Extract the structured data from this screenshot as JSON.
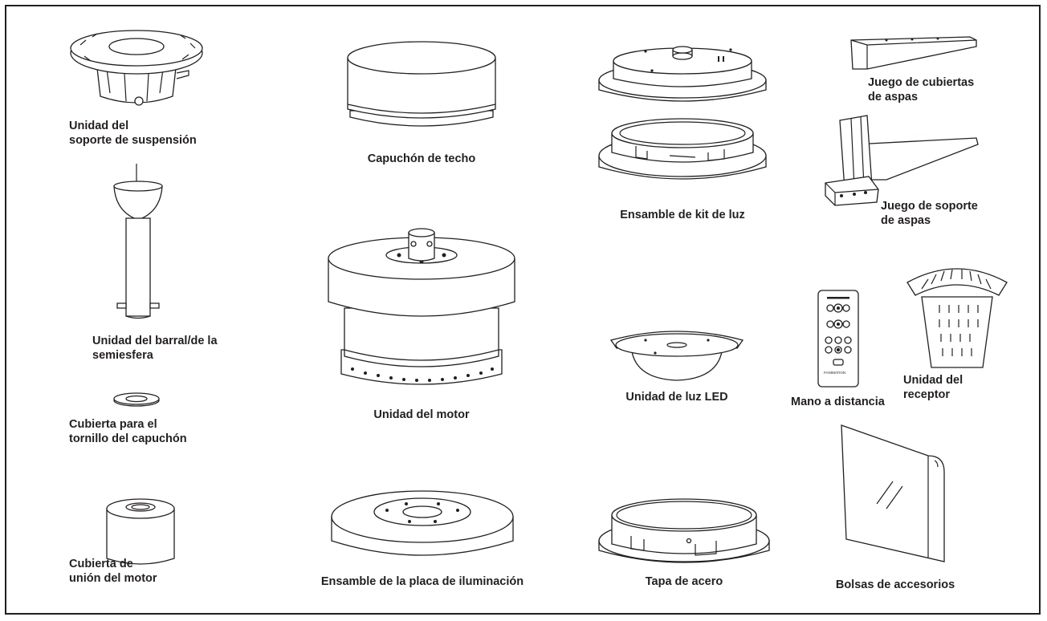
{
  "parts": {
    "hanger_bracket": "Unidad del\nsoporte de suspensión",
    "downrod_ball": "Unidad del barral/de la\nsemiesfera",
    "canopy_screw_cover": "Cubierta para el\ntornillo del capuchón",
    "motor_coupling_cover": "Cubierta de\nunión del motor",
    "canopy": "Capuchón de techo",
    "motor_assembly": "Unidad del motor",
    "light_plate_assembly": "Ensamble de la placa de iluminación",
    "light_kit_assembly": "Ensamble de kit de luz",
    "led_light_unit": "Unidad de luz LED",
    "steel_cap": "Tapa de acero",
    "blade_covers_set": "Juego de cubiertas\nde aspas",
    "blade_brackets_set": "Juego de soporte\nde aspas",
    "remote": "Mano a distancia",
    "receiver": "Unidad del\nreceptor",
    "accessory_bags": "Bolsas de accesorios"
  },
  "remote_brand": "FANIMATION"
}
